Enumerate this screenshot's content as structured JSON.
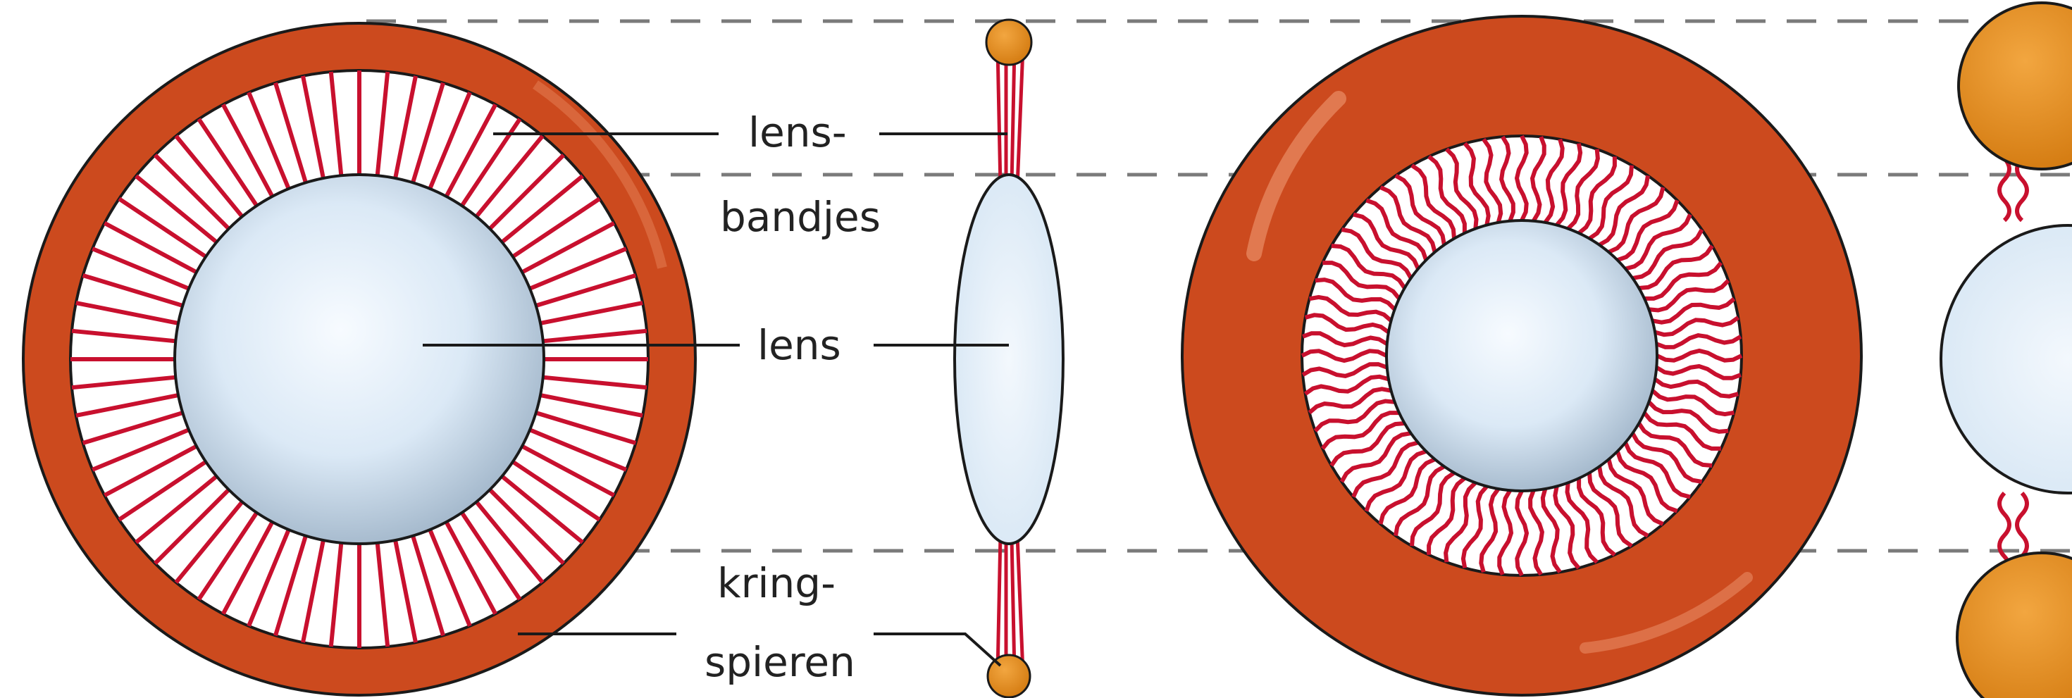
{
  "labels": {
    "lensbandjes_line1": "lens-",
    "lensbandjes_line2": "bandjes",
    "lens": "lens",
    "kringspieren_line1": "kring-",
    "kringspieren_line2": "spieren"
  },
  "colors": {
    "muscle": "#cc4a1e",
    "muscle_dark": "#7a2a12",
    "ligament": "#c8102e",
    "lens_fill": "#dbe9f6",
    "lens_center": "#f7fbff",
    "lens_edge": "#9fb4c8",
    "nodule": "#e08a1c",
    "dash": "#7a7a7a",
    "outline": "#1a1a1a"
  }
}
